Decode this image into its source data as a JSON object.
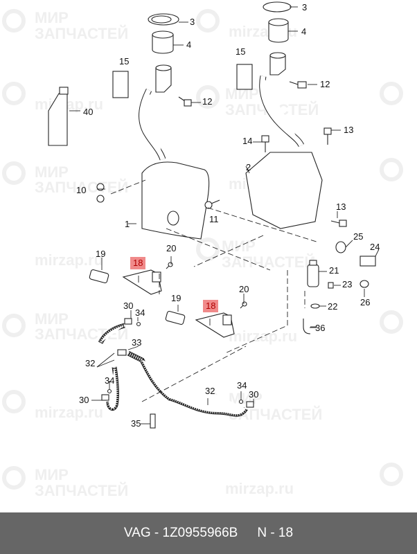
{
  "footer": {
    "brand_part": "VAG - 1Z0955966B",
    "position": "N - 18"
  },
  "watermark": {
    "line1": "МИР",
    "line2": "ЗАПЧАСТЕЙ",
    "site": "mirzap.ru"
  },
  "highlight_color": "#f08a8a",
  "callouts": {
    "c1": "1",
    "c2": "2",
    "c3a": "3",
    "c3b": "3",
    "c4a": "4",
    "c4b": "4",
    "c10": "10",
    "c11": "11",
    "c12a": "12",
    "c12b": "12",
    "c13a": "13",
    "c13b": "13",
    "c14": "14",
    "c15a": "15",
    "c15b": "15",
    "c18a": "18",
    "c18b": "18",
    "c19a": "19",
    "c19b": "19",
    "c20a": "20",
    "c20b": "20",
    "c21": "21",
    "c22": "22",
    "c23": "23",
    "c24": "24",
    "c25": "25",
    "c26": "26",
    "c30a": "30",
    "c30b": "30",
    "c30c": "30",
    "c32a": "32",
    "c32b": "32",
    "c33": "33",
    "c34a": "34",
    "c34b": "34",
    "c34c": "34",
    "c35": "35",
    "c36": "36",
    "c40": "40"
  }
}
